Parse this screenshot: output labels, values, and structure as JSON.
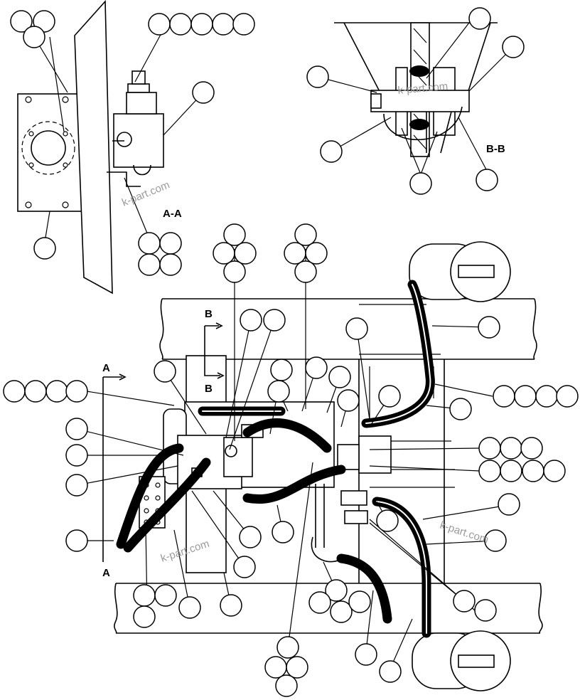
{
  "diagram": {
    "view_labels": {
      "section_aa": "A-A",
      "section_bb": "B-B",
      "arrow_a": "A",
      "arrow_b": "B"
    },
    "watermark": "k-part.com",
    "colors": {
      "line": "#000000",
      "background": "#ffffff",
      "watermark": "#9a9a9a"
    }
  }
}
